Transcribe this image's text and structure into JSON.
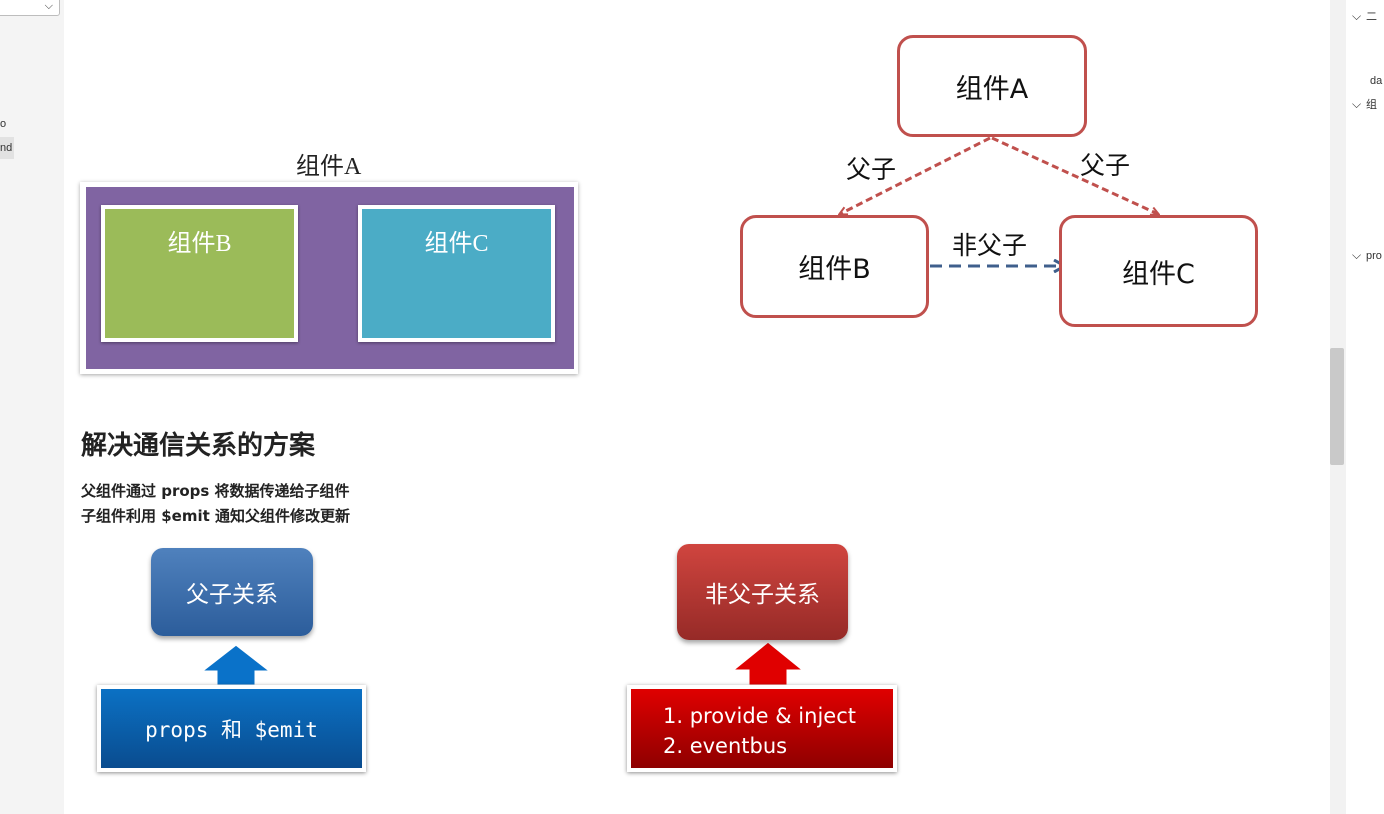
{
  "left_sidebar": {
    "select_chevron": "⌵",
    "items": [
      "o",
      "nd"
    ]
  },
  "figure_nested": {
    "title": "组件A",
    "box_b": "组件B",
    "box_c": "组件C",
    "colors": {
      "outer": "#8064a2",
      "box_b": "#9bbb59",
      "box_c": "#4bacc6"
    }
  },
  "relation_diagram": {
    "node_a": "组件A",
    "node_b": "组件B",
    "node_c": "组件C",
    "edge_left": "父子",
    "edge_right": "父子",
    "edge_mid": "非父子",
    "colors": {
      "node_border": "#c0504d",
      "parent_edge": "#c0504d",
      "nonparent_edge": "#3f5f8c"
    }
  },
  "section": {
    "heading": "解决通信关系的方案",
    "lines": [
      "父组件通过 props 将数据传递给子组件",
      "子组件利用 $emit 通知父组件修改更新"
    ]
  },
  "solutions": {
    "parent": {
      "label": "父子关系",
      "method": "props 和 $emit"
    },
    "nonparent": {
      "label": "非父子关系",
      "methods": [
        "1. provide & inject",
        "2. eventbus"
      ]
    }
  },
  "right_outline": {
    "items": [
      "二",
      "da",
      "组",
      "pro"
    ],
    "chevron": "⌵"
  }
}
